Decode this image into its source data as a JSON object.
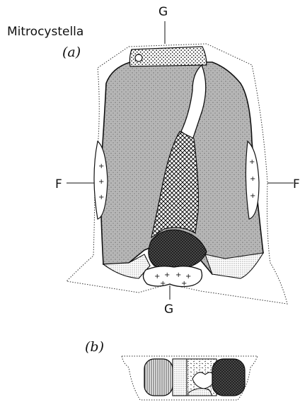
{
  "title": "Mitrocystella",
  "panel_a": {
    "label": "(a)",
    "labels": {
      "top": "G",
      "bottom": "G",
      "left": "F",
      "right": "F"
    }
  },
  "panel_b": {
    "label": "(b)"
  }
}
